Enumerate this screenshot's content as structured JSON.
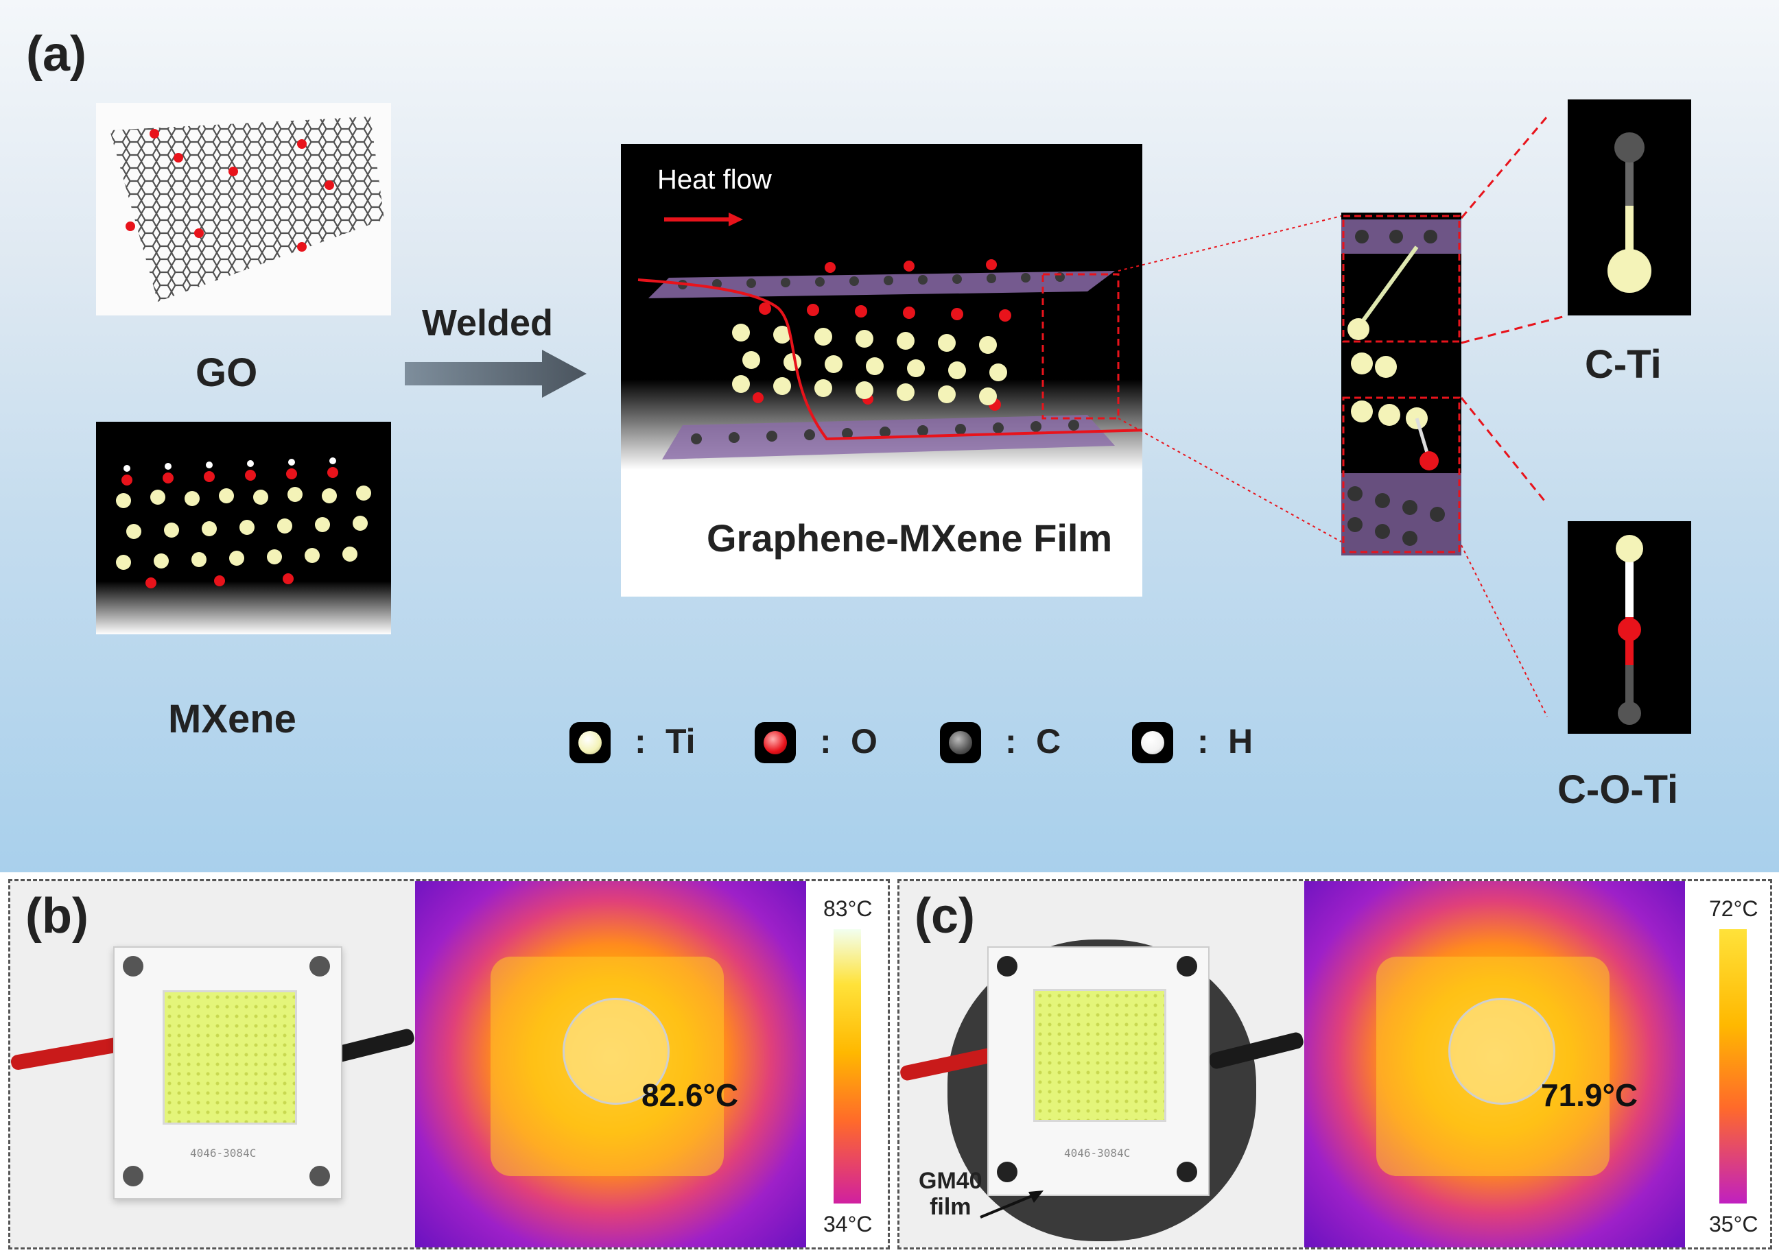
{
  "panel_a": {
    "label": "(a)",
    "go_label": "GO",
    "mxene_label": "MXene",
    "welded_label": "Welded",
    "heat_flow_label": "Heat flow",
    "film_label": "Graphene-MXene Film",
    "bond_ct": "C-Ti",
    "bond_cot": "C-O-Ti",
    "legend": [
      {
        "symbol": ":",
        "element": "Ti",
        "color": "#f4f3b8"
      },
      {
        "symbol": ":",
        "element": "O",
        "color": "#e8131b"
      },
      {
        "symbol": ":",
        "element": "C",
        "color": "#555555"
      },
      {
        "symbol": ":",
        "element": "H",
        "color": "#ffffff"
      }
    ]
  },
  "panel_b": {
    "label": "(b)",
    "chip_code": "4046-3084C",
    "temp_reading": "82.6°C",
    "scale_max": "83°C",
    "scale_min": "34°C"
  },
  "panel_c": {
    "label": "(c)",
    "chip_code": "4046-3084C",
    "film_label_line1": "GM40",
    "film_label_line2": "film",
    "temp_reading": "71.9°C",
    "scale_max": "72°C",
    "scale_min": "35°C"
  }
}
